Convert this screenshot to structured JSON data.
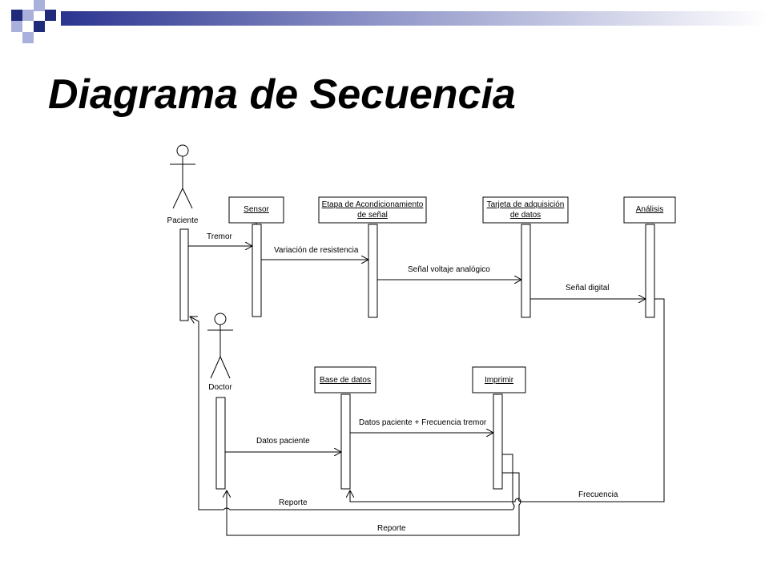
{
  "title": "Diagrama de Secuencia",
  "colors": {
    "navy": "#1f2a7a",
    "lavender": "#aab0dc",
    "band_start": "#2b3590",
    "band_end": "#ffffff"
  },
  "actors": [
    {
      "id": "paciente",
      "label": "Paciente"
    },
    {
      "id": "doctor",
      "label": "Doctor"
    }
  ],
  "objects": [
    {
      "id": "sensor",
      "label": "Sensor"
    },
    {
      "id": "etapa",
      "label_lines": [
        "Etapa de Acondicionamiento",
        "de señal"
      ]
    },
    {
      "id": "tarjeta",
      "label_lines": [
        "Tarjeta de adquisición",
        "de datos"
      ]
    },
    {
      "id": "analisis",
      "label": "Análisis"
    },
    {
      "id": "base",
      "label": "Base de datos"
    },
    {
      "id": "imprimir",
      "label": "Imprimir"
    }
  ],
  "messages": [
    {
      "id": "tremor",
      "label": "Tremor"
    },
    {
      "id": "variacion",
      "label": "Variación de resistencia"
    },
    {
      "id": "senal_analogica",
      "label": "Señal voltaje analógico"
    },
    {
      "id": "senal_digital",
      "label": "Señal digital"
    },
    {
      "id": "datos_paciente",
      "label": "Datos paciente"
    },
    {
      "id": "datos_frecuencia",
      "label": "Datos paciente + Frecuencia tremor"
    },
    {
      "id": "frecuencia",
      "label": "Frecuencia"
    },
    {
      "id": "reporte_paciente",
      "label": "Reporte"
    },
    {
      "id": "reporte_doctor",
      "label": "Reporte"
    }
  ]
}
